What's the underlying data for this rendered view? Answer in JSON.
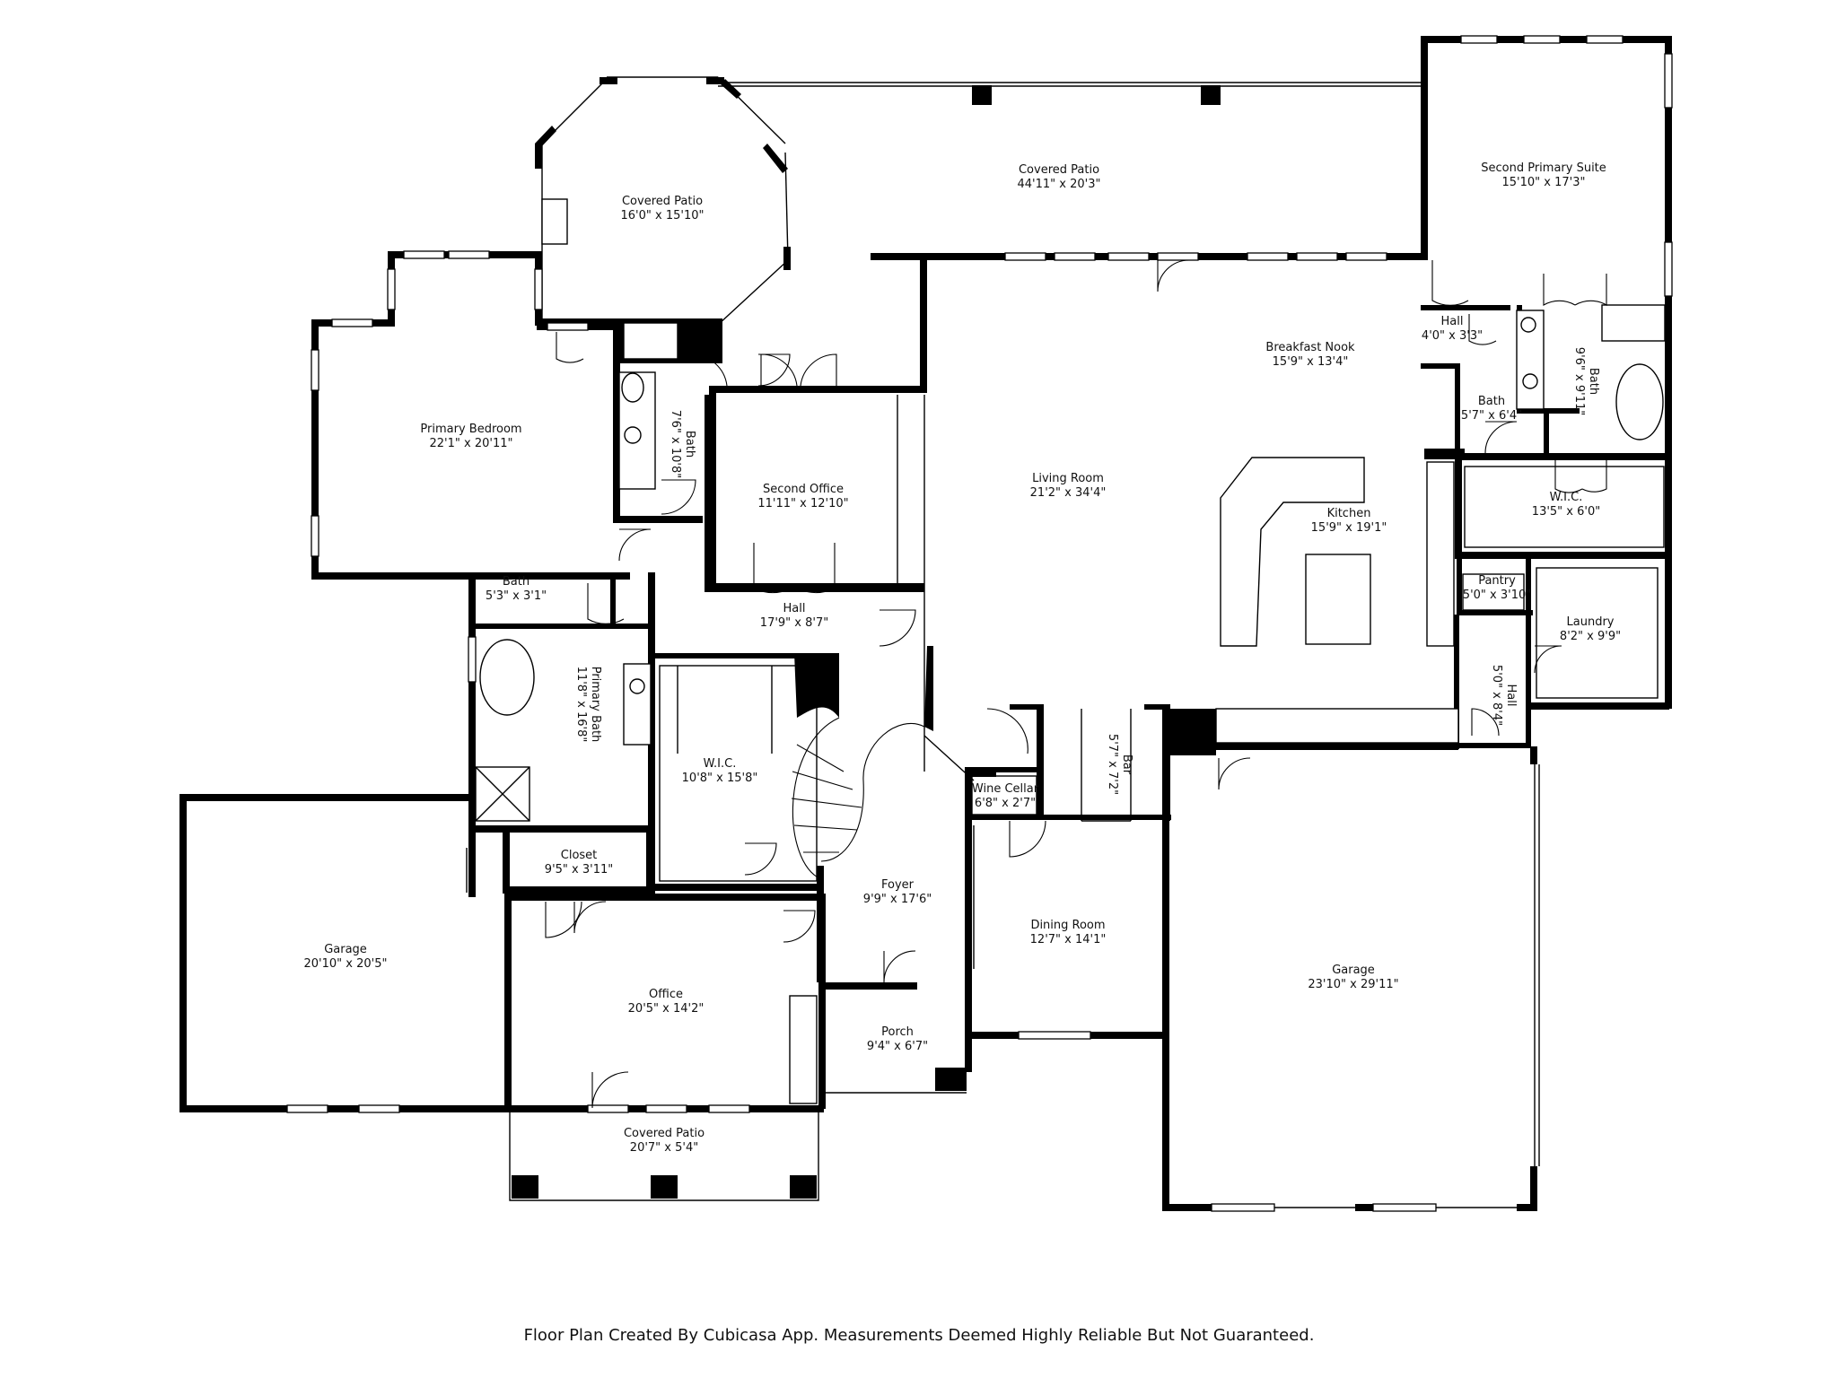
{
  "rooms": {
    "covered_patio_oct": {
      "name": "Covered Patio",
      "dim": "16'0\" x 15'10\""
    },
    "covered_patio_top": {
      "name": "Covered Patio",
      "dim": "44'11\" x 20'3\""
    },
    "second_primary_suite": {
      "name": "Second Primary Suite",
      "dim": "15'10\" x 17'3\""
    },
    "primary_bedroom": {
      "name": "Primary Bedroom",
      "dim": "22'1\" x 20'11\""
    },
    "bath_a": {
      "name": "Bath",
      "dim": "7'6\" x 10'8\""
    },
    "second_office": {
      "name": "Second Office",
      "dim": "11'11\" x 12'10\""
    },
    "living_room": {
      "name": "Living Room",
      "dim": "21'2\" x 34'4\""
    },
    "breakfast_nook": {
      "name": "Breakfast Nook",
      "dim": "15'9\" x 13'4\""
    },
    "hall_upper": {
      "name": "Hall",
      "dim": "4'0\" x 3'3\""
    },
    "bath_suite": {
      "name": "Bath",
      "dim": "9'6\" x 9'11\""
    },
    "bath_small": {
      "name": "Bath",
      "dim": "5'7\" x 6'4\""
    },
    "wic_right": {
      "name": "W.I.C.",
      "dim": "13'5\" x 6'0\""
    },
    "kitchen": {
      "name": "Kitchen",
      "dim": "15'9\" x 19'1\""
    },
    "pantry": {
      "name": "Pantry",
      "dim": "5'0\" x 3'10\""
    },
    "laundry": {
      "name": "Laundry",
      "dim": "8'2\" x 9'9\""
    },
    "hall_right": {
      "name": "Hall",
      "dim": "5'0\" x 8'4\""
    },
    "bath_b": {
      "name": "Bath",
      "dim": "5'3\" x 3'1\""
    },
    "primary_bath": {
      "name": "Primary Bath",
      "dim": "11'8\" x 16'8\""
    },
    "hall_mid": {
      "name": "Hall",
      "dim": "17'9\" x 8'7\""
    },
    "wic_left": {
      "name": "W.I.C.",
      "dim": "10'8\" x 15'8\""
    },
    "bar": {
      "name": "Bar",
      "dim": "5'7\" x 7'2\""
    },
    "wine_cellar": {
      "name": "Wine Cellar",
      "dim": "6'8\" x 2'7\""
    },
    "closet": {
      "name": "Closet",
      "dim": "9'5\" x 3'11\""
    },
    "foyer": {
      "name": "Foyer",
      "dim": "9'9\" x 17'6\""
    },
    "garage_left": {
      "name": "Garage",
      "dim": "20'10\" x 20'5\""
    },
    "office": {
      "name": "Office",
      "dim": "20'5\" x 14'2\""
    },
    "dining_room": {
      "name": "Dining Room",
      "dim": "12'7\" x 14'1\""
    },
    "garage_right": {
      "name": "Garage",
      "dim": "23'10\" x 29'11\""
    },
    "porch": {
      "name": "Porch",
      "dim": "9'4\" x 6'7\""
    },
    "covered_patio_bottom": {
      "name": "Covered Patio",
      "dim": "20'7\" x 5'4\""
    }
  },
  "footer": {
    "text": "Floor Plan Created By Cubicasa App. Measurements Deemed Highly Reliable But Not Guaranteed."
  }
}
